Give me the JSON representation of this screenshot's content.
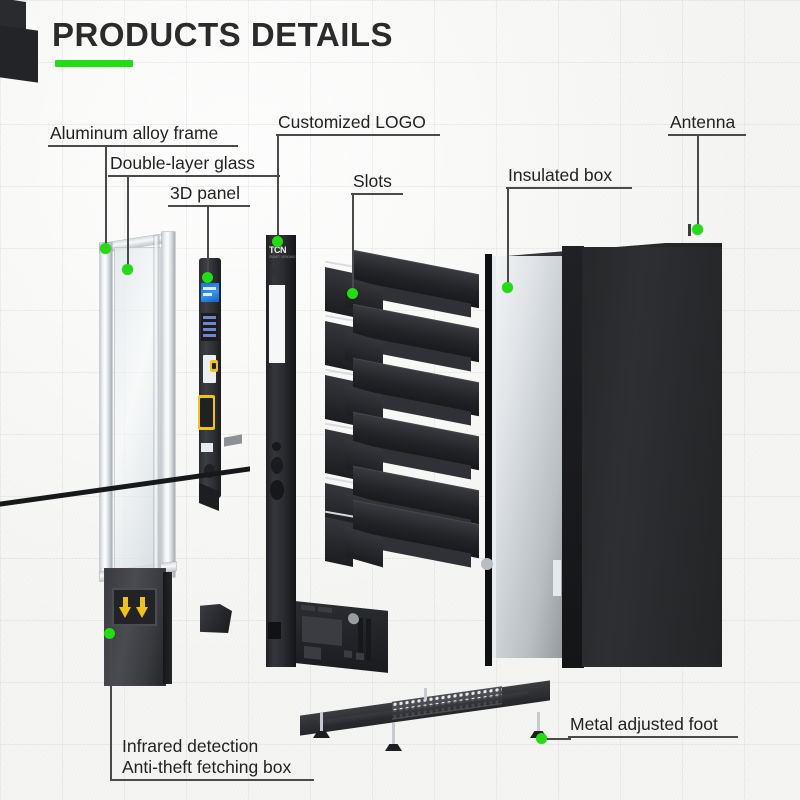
{
  "header": {
    "title": "PRODUCTS DETAILS",
    "accent_color": "#22dd11"
  },
  "theme": {
    "background": "#f3f3f1",
    "marker_green": "#22dd11",
    "line_color": "#4a4a4a",
    "text_color": "#222222"
  },
  "callouts": [
    {
      "id": "aluminum-alloy-frame",
      "label": "Aluminum alloy frame"
    },
    {
      "id": "double-layer-glass",
      "label": "Double-layer glass"
    },
    {
      "id": "3d-panel",
      "label": "3D panel"
    },
    {
      "id": "customized-logo",
      "label": "Customized LOGO"
    },
    {
      "id": "slots",
      "label": "Slots"
    },
    {
      "id": "insulated-box",
      "label": "Insulated box"
    },
    {
      "id": "antenna",
      "label": "Antenna"
    },
    {
      "id": "infrared-detection",
      "label": "Infrared detection"
    },
    {
      "id": "anti-theft-box",
      "label": "Anti-theft fetching box"
    },
    {
      "id": "metal-adjusted-foot",
      "label": "Metal adjusted foot"
    }
  ],
  "product": {
    "logo_mark": "TCN",
    "logo_sub": "SMART VENDING"
  }
}
